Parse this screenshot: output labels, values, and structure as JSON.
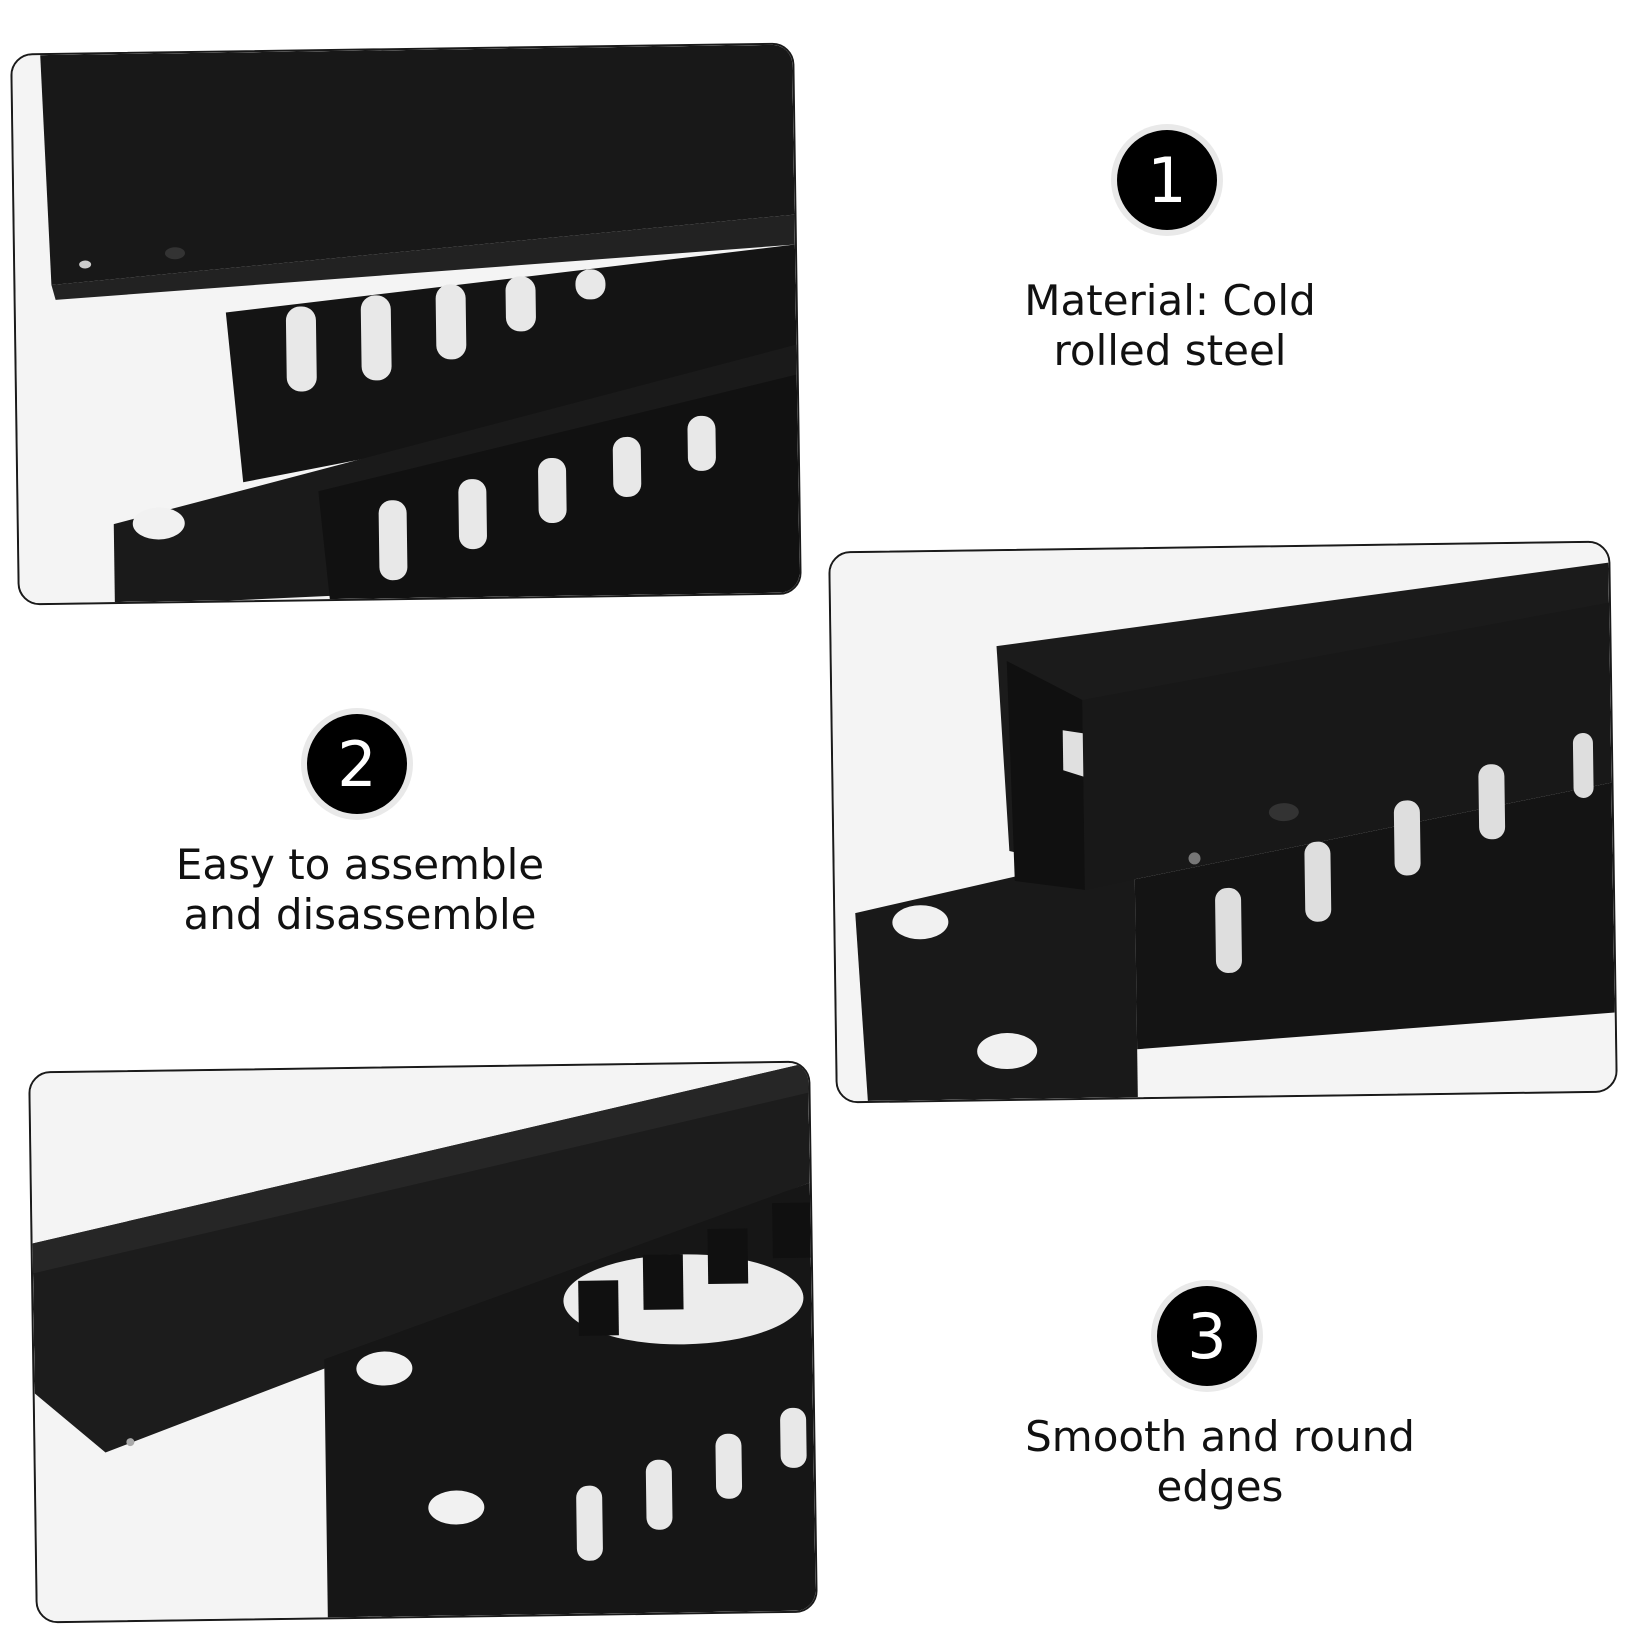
{
  "features": [
    {
      "number": "1",
      "text": "Material: Cold\nrolled steel"
    },
    {
      "number": "2",
      "text": "Easy to assemble\nand disassemble"
    },
    {
      "number": "3",
      "text": "Smooth and round\nedges"
    }
  ],
  "photos": [
    {
      "subject": "cable management panel – separated cover"
    },
    {
      "subject": "cable management panel – assembled end view"
    },
    {
      "subject": "cable management panel – side view"
    }
  ],
  "colors": {
    "metal": "#161616",
    "background": "#f1f1f1",
    "badge": "#000000"
  }
}
